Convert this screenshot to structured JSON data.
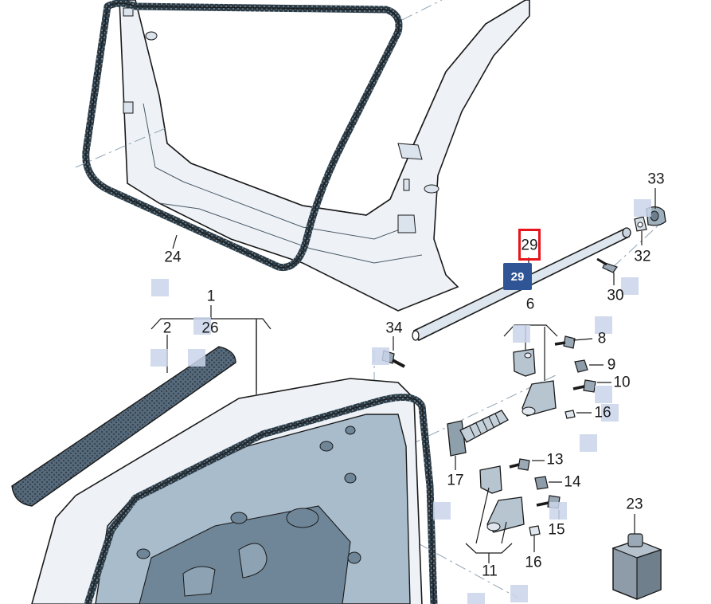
{
  "diagram": {
    "selected_part": "29",
    "badge_label": "29",
    "colors": {
      "line": "#1a1a1a",
      "body_fill": "#eef2f7",
      "door_fill": "#a9bccc",
      "door_shadow": "#6f8698",
      "seal": "#2b3a44",
      "seal_dots": "#8fa6b6",
      "highlight": "#e8141c",
      "badge": "#2f5597",
      "hotspot": "#c9d5ea"
    },
    "callouts": [
      {
        "id": "c24",
        "text": "24"
      },
      {
        "id": "c1",
        "text": "1"
      },
      {
        "id": "c2",
        "text": "2"
      },
      {
        "id": "c26",
        "text": "26"
      },
      {
        "id": "c34",
        "text": "34"
      },
      {
        "id": "c29",
        "text": "29"
      },
      {
        "id": "c33",
        "text": "33"
      },
      {
        "id": "c32",
        "text": "32"
      },
      {
        "id": "c30",
        "text": "30"
      },
      {
        "id": "c6",
        "text": "6"
      },
      {
        "id": "c8",
        "text": "8"
      },
      {
        "id": "c9",
        "text": "9"
      },
      {
        "id": "c10",
        "text": "10"
      },
      {
        "id": "c16a",
        "text": "16"
      },
      {
        "id": "c17",
        "text": "17"
      },
      {
        "id": "c13",
        "text": "13"
      },
      {
        "id": "c14",
        "text": "14"
      },
      {
        "id": "c15",
        "text": "15"
      },
      {
        "id": "c11",
        "text": "11"
      },
      {
        "id": "c16b",
        "text": "16"
      },
      {
        "id": "c23",
        "text": "23"
      }
    ]
  }
}
